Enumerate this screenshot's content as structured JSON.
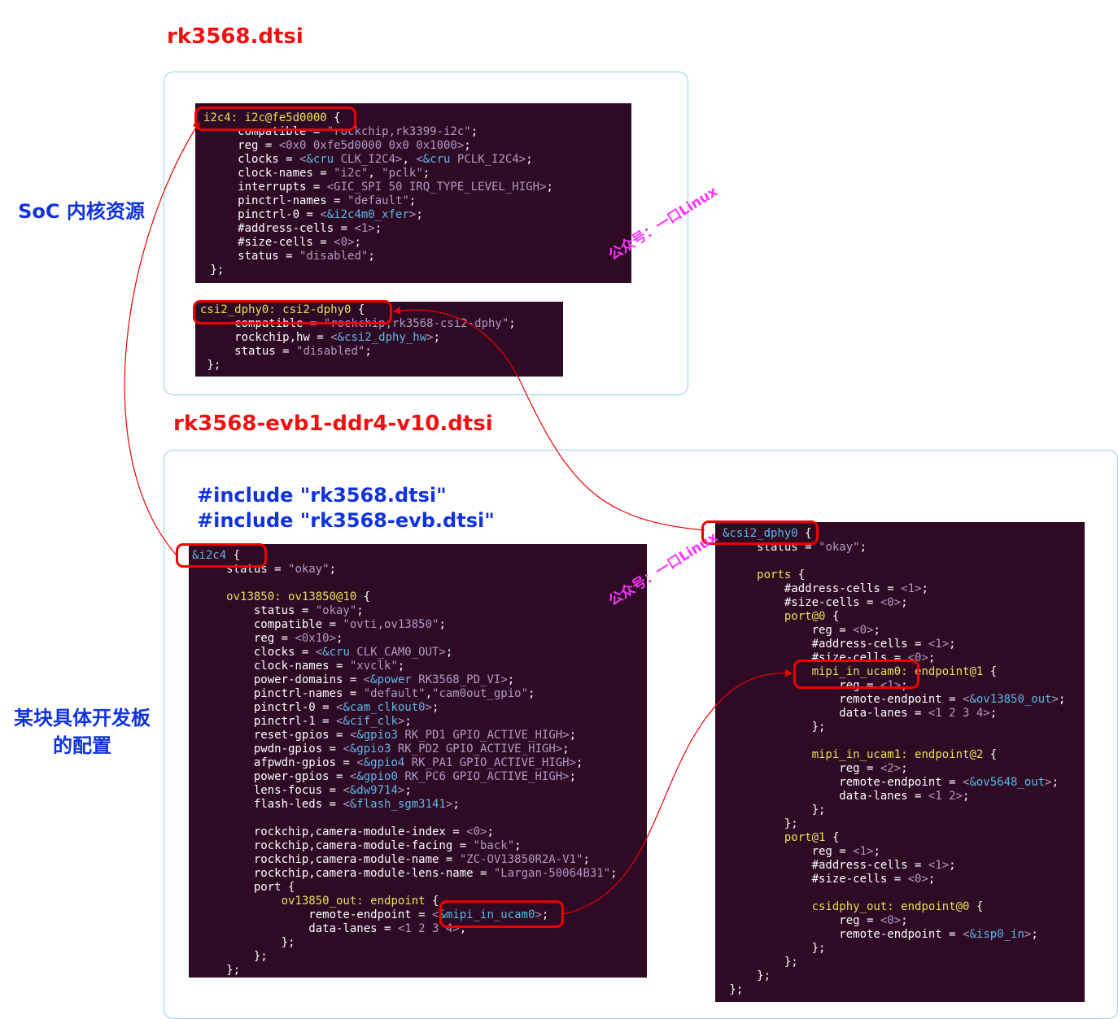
{
  "titles": {
    "soc_file": "rk3568.dtsi",
    "board_file": "rk3568-evb1-ddr4-v10.dtsi"
  },
  "side_labels": {
    "soc": "SoC 内核资源",
    "board_line1": "某块具体开发板",
    "board_line2": "的配置"
  },
  "includes": [
    "#include \"rk3568.dtsi\"",
    "#include \"rk3568-evb.dtsi\""
  ],
  "watermark": "公众号：一口Linux",
  "colors": {
    "terminal_bg": "#2e0a25",
    "label": "#e6e05a",
    "reference": "#5fb8e6",
    "value": "#b09bc4",
    "highlight": "#ee0000",
    "title": "#ee1111",
    "side_text": "#1133dd",
    "frame": "#8fd3e6"
  },
  "code": {
    "i2c4": [
      [
        [
          "lbl",
          "i2c4:"
        ],
        [
          "t",
          " "
        ],
        [
          "lbl",
          "i2c@fe5d0000"
        ],
        [
          "t",
          " {"
        ]
      ],
      [
        [
          "t",
          "     compatible = "
        ],
        [
          "s",
          "\"rockchip,rk3399-i2c\""
        ],
        [
          "t",
          ";"
        ]
      ],
      [
        [
          "t",
          "     reg = "
        ],
        [
          "p",
          "<0x0 0xfe5d0000 0x0 0x1000>"
        ],
        [
          "t",
          ";"
        ]
      ],
      [
        [
          "t",
          "     clocks = "
        ],
        [
          "p",
          "<"
        ],
        [
          "r",
          "&cru"
        ],
        [
          "p",
          " CLK_I2C4>"
        ],
        [
          "t",
          ", "
        ],
        [
          "p",
          "<"
        ],
        [
          "r",
          "&cru"
        ],
        [
          "p",
          " PCLK_I2C4>"
        ],
        [
          "t",
          ";"
        ]
      ],
      [
        [
          "t",
          "     clock-names = "
        ],
        [
          "s",
          "\"i2c\""
        ],
        [
          "t",
          ", "
        ],
        [
          "s",
          "\"pclk\""
        ],
        [
          "t",
          ";"
        ]
      ],
      [
        [
          "t",
          "     interrupts = "
        ],
        [
          "p",
          "<GIC_SPI 50 IRQ_TYPE_LEVEL_HIGH>"
        ],
        [
          "t",
          ";"
        ]
      ],
      [
        [
          "t",
          "     pinctrl-names = "
        ],
        [
          "s",
          "\"default\""
        ],
        [
          "t",
          ";"
        ]
      ],
      [
        [
          "t",
          "     pinctrl-0 = "
        ],
        [
          "p",
          "<"
        ],
        [
          "r",
          "&i2c4m0_xfer"
        ],
        [
          "p",
          ">"
        ],
        [
          "t",
          ";"
        ]
      ],
      [
        [
          "t",
          "     #address-cells = "
        ],
        [
          "p",
          "<1>"
        ],
        [
          "t",
          ";"
        ]
      ],
      [
        [
          "t",
          "     #size-cells = "
        ],
        [
          "p",
          "<0>"
        ],
        [
          "t",
          ";"
        ]
      ],
      [
        [
          "t",
          "     status = "
        ],
        [
          "s",
          "\"disabled\""
        ],
        [
          "t",
          ";"
        ]
      ],
      [
        [
          "t",
          " };"
        ]
      ]
    ],
    "csi2_dphy0": [
      [
        [
          "lbl",
          "csi2_dphy0:"
        ],
        [
          "t",
          " "
        ],
        [
          "lbl",
          "csi2-dphy0"
        ],
        [
          "t",
          " {"
        ]
      ],
      [
        [
          "t",
          "     compatible = "
        ],
        [
          "s",
          "\"rockchip,rk3568-csi2-dphy\""
        ],
        [
          "t",
          ";"
        ]
      ],
      [
        [
          "t",
          "     rockchip,hw = "
        ],
        [
          "p",
          "<"
        ],
        [
          "r",
          "&csi2_dphy_hw"
        ],
        [
          "p",
          ">"
        ],
        [
          "t",
          ";"
        ]
      ],
      [
        [
          "t",
          "     status = "
        ],
        [
          "s",
          "\"disabled\""
        ],
        [
          "t",
          ";"
        ]
      ],
      [
        [
          "t",
          " };"
        ]
      ]
    ],
    "board_i2c4": [
      [
        [
          "r",
          "&i2c4"
        ],
        [
          "t",
          " {"
        ]
      ],
      [
        [
          "t",
          "     status = "
        ],
        [
          "s",
          "\"okay\""
        ],
        [
          "t",
          ";"
        ]
      ],
      [
        [
          "t",
          ""
        ]
      ],
      [
        [
          "t",
          "     "
        ],
        [
          "lbl",
          "ov13850:"
        ],
        [
          "t",
          " "
        ],
        [
          "lbl",
          "ov13850@10"
        ],
        [
          "t",
          " {"
        ]
      ],
      [
        [
          "t",
          "         status = "
        ],
        [
          "s",
          "\"okay\""
        ],
        [
          "t",
          ";"
        ]
      ],
      [
        [
          "t",
          "         compatible = "
        ],
        [
          "s",
          "\"ovti,ov13850\""
        ],
        [
          "t",
          ";"
        ]
      ],
      [
        [
          "t",
          "         reg = "
        ],
        [
          "p",
          "<0x10>"
        ],
        [
          "t",
          ";"
        ]
      ],
      [
        [
          "t",
          "         clocks = "
        ],
        [
          "p",
          "<"
        ],
        [
          "r",
          "&cru"
        ],
        [
          "p",
          " CLK_CAM0_OUT>"
        ],
        [
          "t",
          ";"
        ]
      ],
      [
        [
          "t",
          "         clock-names = "
        ],
        [
          "s",
          "\"xvclk\""
        ],
        [
          "t",
          ";"
        ]
      ],
      [
        [
          "t",
          "         power-domains = "
        ],
        [
          "p",
          "<"
        ],
        [
          "r",
          "&power"
        ],
        [
          "p",
          " RK3568_PD_VI>"
        ],
        [
          "t",
          ";"
        ]
      ],
      [
        [
          "t",
          "         pinctrl-names = "
        ],
        [
          "s",
          "\"default\""
        ],
        [
          "t",
          ","
        ],
        [
          "s",
          "\"cam0out_gpio\""
        ],
        [
          "t",
          ";"
        ]
      ],
      [
        [
          "t",
          "         pinctrl-0 = "
        ],
        [
          "p",
          "<"
        ],
        [
          "r",
          "&cam_clkout0"
        ],
        [
          "p",
          ">"
        ],
        [
          "t",
          ";"
        ]
      ],
      [
        [
          "t",
          "         pinctrl-1 = "
        ],
        [
          "p",
          "<"
        ],
        [
          "r",
          "&cif_clk"
        ],
        [
          "p",
          ">"
        ],
        [
          "t",
          ";"
        ]
      ],
      [
        [
          "t",
          "         reset-gpios = "
        ],
        [
          "p",
          "<"
        ],
        [
          "r",
          "&gpio3"
        ],
        [
          "p",
          " RK_PD1 GPIO_ACTIVE_HIGH>"
        ],
        [
          "t",
          ";"
        ]
      ],
      [
        [
          "t",
          "         pwdn-gpios = "
        ],
        [
          "p",
          "<"
        ],
        [
          "r",
          "&gpio3"
        ],
        [
          "p",
          " RK_PD2 GPIO_ACTIVE_HIGH>"
        ],
        [
          "t",
          ";"
        ]
      ],
      [
        [
          "t",
          "         afpwdn-gpios = "
        ],
        [
          "p",
          "<"
        ],
        [
          "r",
          "&gpio4"
        ],
        [
          "p",
          " RK_PA1 GPIO_ACTIVE_HIGH>"
        ],
        [
          "t",
          ";"
        ]
      ],
      [
        [
          "t",
          "         power-gpios = "
        ],
        [
          "p",
          "<"
        ],
        [
          "r",
          "&gpio0"
        ],
        [
          "p",
          " RK_PC6 GPIO_ACTIVE_HIGH>"
        ],
        [
          "t",
          ";"
        ]
      ],
      [
        [
          "t",
          "         lens-focus = "
        ],
        [
          "p",
          "<"
        ],
        [
          "r",
          "&dw9714"
        ],
        [
          "p",
          ">"
        ],
        [
          "t",
          ";"
        ]
      ],
      [
        [
          "t",
          "         flash-leds = "
        ],
        [
          "p",
          "<"
        ],
        [
          "r",
          "&flash_sgm3141"
        ],
        [
          "p",
          ">"
        ],
        [
          "t",
          ";"
        ]
      ],
      [
        [
          "t",
          ""
        ]
      ],
      [
        [
          "t",
          "         rockchip,camera-module-index = "
        ],
        [
          "p",
          "<0>"
        ],
        [
          "t",
          ";"
        ]
      ],
      [
        [
          "t",
          "         rockchip,camera-module-facing = "
        ],
        [
          "s",
          "\"back\""
        ],
        [
          "t",
          ";"
        ]
      ],
      [
        [
          "t",
          "         rockchip,camera-module-name = "
        ],
        [
          "s",
          "\"ZC-OV13850R2A-V1\""
        ],
        [
          "t",
          ";"
        ]
      ],
      [
        [
          "t",
          "         rockchip,camera-module-lens-name = "
        ],
        [
          "s",
          "\"Largan-50064B31\""
        ],
        [
          "t",
          ";"
        ]
      ],
      [
        [
          "t",
          "         port {"
        ]
      ],
      [
        [
          "t",
          "             "
        ],
        [
          "lbl",
          "ov13850_out:"
        ],
        [
          "t",
          " "
        ],
        [
          "lbl",
          "endpoint"
        ],
        [
          "t",
          " {"
        ]
      ],
      [
        [
          "t",
          "                 remote-endpoint = "
        ],
        [
          "p",
          "<"
        ],
        [
          "r",
          "&mipi_in_ucam0"
        ],
        [
          "p",
          ">"
        ],
        [
          "t",
          ";"
        ]
      ],
      [
        [
          "t",
          "                 data-lanes = "
        ],
        [
          "p",
          "<1 2 3 4>"
        ],
        [
          "t",
          ";"
        ]
      ],
      [
        [
          "t",
          "             };"
        ]
      ],
      [
        [
          "t",
          "         };"
        ]
      ],
      [
        [
          "t",
          "     };"
        ]
      ]
    ],
    "board_csi2": [
      [
        [
          "r",
          "&csi2_dphy0"
        ],
        [
          "t",
          " {"
        ]
      ],
      [
        [
          "t",
          "     status = "
        ],
        [
          "s",
          "\"okay\""
        ],
        [
          "t",
          ";"
        ]
      ],
      [
        [
          "t",
          ""
        ]
      ],
      [
        [
          "t",
          "     "
        ],
        [
          "lbl",
          "ports"
        ],
        [
          "t",
          " {"
        ]
      ],
      [
        [
          "t",
          "         #address-cells = "
        ],
        [
          "p",
          "<1>"
        ],
        [
          "t",
          ";"
        ]
      ],
      [
        [
          "t",
          "         #size-cells = "
        ],
        [
          "p",
          "<0>"
        ],
        [
          "t",
          ";"
        ]
      ],
      [
        [
          "t",
          "         "
        ],
        [
          "lbl",
          "port@0"
        ],
        [
          "t",
          " {"
        ]
      ],
      [
        [
          "t",
          "             reg = "
        ],
        [
          "p",
          "<0>"
        ],
        [
          "t",
          ";"
        ]
      ],
      [
        [
          "t",
          "             #address-cells = "
        ],
        [
          "p",
          "<1>"
        ],
        [
          "t",
          ";"
        ]
      ],
      [
        [
          "t",
          "             #size-cells = "
        ],
        [
          "p",
          "<0>"
        ],
        [
          "t",
          ";"
        ]
      ],
      [
        [
          "t",
          "             "
        ],
        [
          "lbl",
          "mipi_in_ucam0:"
        ],
        [
          "t",
          " "
        ],
        [
          "lbl",
          "endpoint@1"
        ],
        [
          "t",
          " {"
        ]
      ],
      [
        [
          "t",
          "                 reg = "
        ],
        [
          "p",
          "<1>"
        ],
        [
          "t",
          ";"
        ]
      ],
      [
        [
          "t",
          "                 remote-endpoint = "
        ],
        [
          "p",
          "<"
        ],
        [
          "r",
          "&ov13850_out"
        ],
        [
          "p",
          ">"
        ],
        [
          "t",
          ";"
        ]
      ],
      [
        [
          "t",
          "                 data-lanes = "
        ],
        [
          "p",
          "<1 2 3 4>"
        ],
        [
          "t",
          ";"
        ]
      ],
      [
        [
          "t",
          "             };"
        ]
      ],
      [
        [
          "t",
          ""
        ]
      ],
      [
        [
          "t",
          "             "
        ],
        [
          "lbl",
          "mipi_in_ucam1:"
        ],
        [
          "t",
          " "
        ],
        [
          "lbl",
          "endpoint@2"
        ],
        [
          "t",
          " {"
        ]
      ],
      [
        [
          "t",
          "                 reg = "
        ],
        [
          "p",
          "<2>"
        ],
        [
          "t",
          ";"
        ]
      ],
      [
        [
          "t",
          "                 remote-endpoint = "
        ],
        [
          "p",
          "<"
        ],
        [
          "r",
          "&ov5648_out"
        ],
        [
          "p",
          ">"
        ],
        [
          "t",
          ";"
        ]
      ],
      [
        [
          "t",
          "                 data-lanes = "
        ],
        [
          "p",
          "<1 2>"
        ],
        [
          "t",
          ";"
        ]
      ],
      [
        [
          "t",
          "             };"
        ]
      ],
      [
        [
          "t",
          "         };"
        ]
      ],
      [
        [
          "t",
          "         "
        ],
        [
          "lbl",
          "port@1"
        ],
        [
          "t",
          " {"
        ]
      ],
      [
        [
          "t",
          "             reg = "
        ],
        [
          "p",
          "<1>"
        ],
        [
          "t",
          ";"
        ]
      ],
      [
        [
          "t",
          "             #address-cells = "
        ],
        [
          "p",
          "<1>"
        ],
        [
          "t",
          ";"
        ]
      ],
      [
        [
          "t",
          "             #size-cells = "
        ],
        [
          "p",
          "<0>"
        ],
        [
          "t",
          ";"
        ]
      ],
      [
        [
          "t",
          ""
        ]
      ],
      [
        [
          "t",
          "             "
        ],
        [
          "lbl",
          "csidphy_out:"
        ],
        [
          "t",
          " "
        ],
        [
          "lbl",
          "endpoint@0"
        ],
        [
          "t",
          " {"
        ]
      ],
      [
        [
          "t",
          "                 reg = "
        ],
        [
          "p",
          "<0>"
        ],
        [
          "t",
          ";"
        ]
      ],
      [
        [
          "t",
          "                 remote-endpoint = "
        ],
        [
          "p",
          "<"
        ],
        [
          "r",
          "&isp0_in"
        ],
        [
          "p",
          ">"
        ],
        [
          "t",
          ";"
        ]
      ],
      [
        [
          "t",
          "             };"
        ]
      ],
      [
        [
          "t",
          "         };"
        ]
      ],
      [
        [
          "t",
          "     };"
        ]
      ],
      [
        [
          "t",
          " };"
        ]
      ]
    ]
  }
}
